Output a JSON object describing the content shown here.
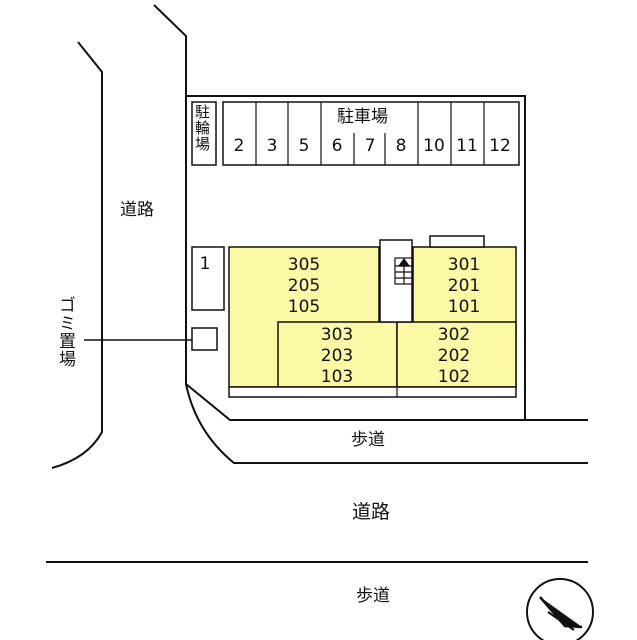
{
  "labels": {
    "road_left": "道路",
    "garbage": "ゴミ置場",
    "bicycle_parking": "駐輪場",
    "parking": "駐車場",
    "sidewalk_upper": "歩道",
    "road_main": "道路",
    "sidewalk_lower": "歩道"
  },
  "parking_slots": [
    "1",
    "2",
    "3",
    "5",
    "6",
    "7",
    "8",
    "10",
    "11",
    "12"
  ],
  "units": {
    "left_wing": [
      "305",
      "205",
      "105"
    ],
    "right_wing": [
      "301",
      "201",
      "101"
    ],
    "center_left": [
      "303",
      "203",
      "103"
    ],
    "center_right": [
      "302",
      "202",
      "102"
    ]
  },
  "icons": {
    "compass": "north-arrow-icon",
    "stairs": "stairs-icon"
  },
  "colors": {
    "building": "#fbf8a6",
    "line": "#111111"
  }
}
